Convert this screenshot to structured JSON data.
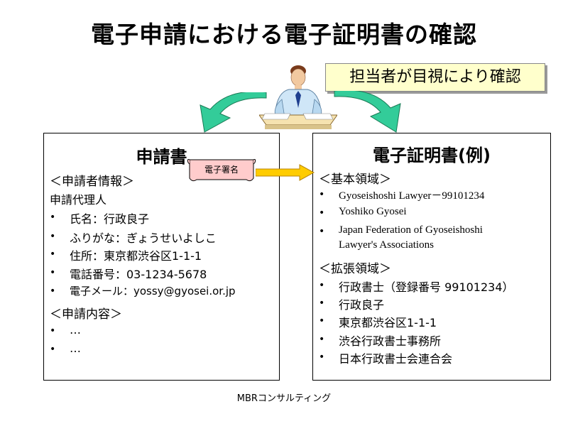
{
  "title": "電子申請における電子証明書の確認",
  "callout": "担当者が目視により確認",
  "left_box": {
    "title": "申請書",
    "applicant_header": "＜申請者情報＞",
    "agent_label": "申請代理人",
    "items": [
      {
        "label": "氏名：行政良子"
      },
      {
        "label": "ふりがな：ぎょうせいよしこ"
      },
      {
        "label": "住所：東京都渋谷区1-1-1"
      },
      {
        "label": "電話番号：03-1234-5678"
      },
      {
        "label": "電子メール：yossy@gyosei.or.jp"
      }
    ],
    "content_header": "＜申請内容＞",
    "content_items": [
      {
        "label": "…"
      },
      {
        "label": "…"
      }
    ]
  },
  "signature_label": "電子署名",
  "right_box": {
    "title": "電子証明書(例)",
    "basic_header": "＜基本領域＞",
    "basic_items": [
      {
        "label": "Gyoseishoshi Lawyer－99101234"
      },
      {
        "label": "Yoshiko Gyosei"
      },
      {
        "label": "Japan Federation of Gyoseishoshi",
        "label2": "Lawyer's Associations"
      }
    ],
    "extended_header": "＜拡張領域＞",
    "extended_items": [
      {
        "label": "行政書士（登録番号 99101234）"
      },
      {
        "label": "行政良子"
      },
      {
        "label": "東京都渋谷区1-1-1"
      },
      {
        "label": "渋谷行政書士事務所"
      },
      {
        "label": "日本行政書士会連合会"
      }
    ]
  },
  "footer": "MBRコンサルティング",
  "colors": {
    "callout_bg": "#ffffcc",
    "curved_arrow": "#33cc99",
    "signature_bg": "#ffcccc",
    "straight_arrow": "#ffcc00"
  }
}
